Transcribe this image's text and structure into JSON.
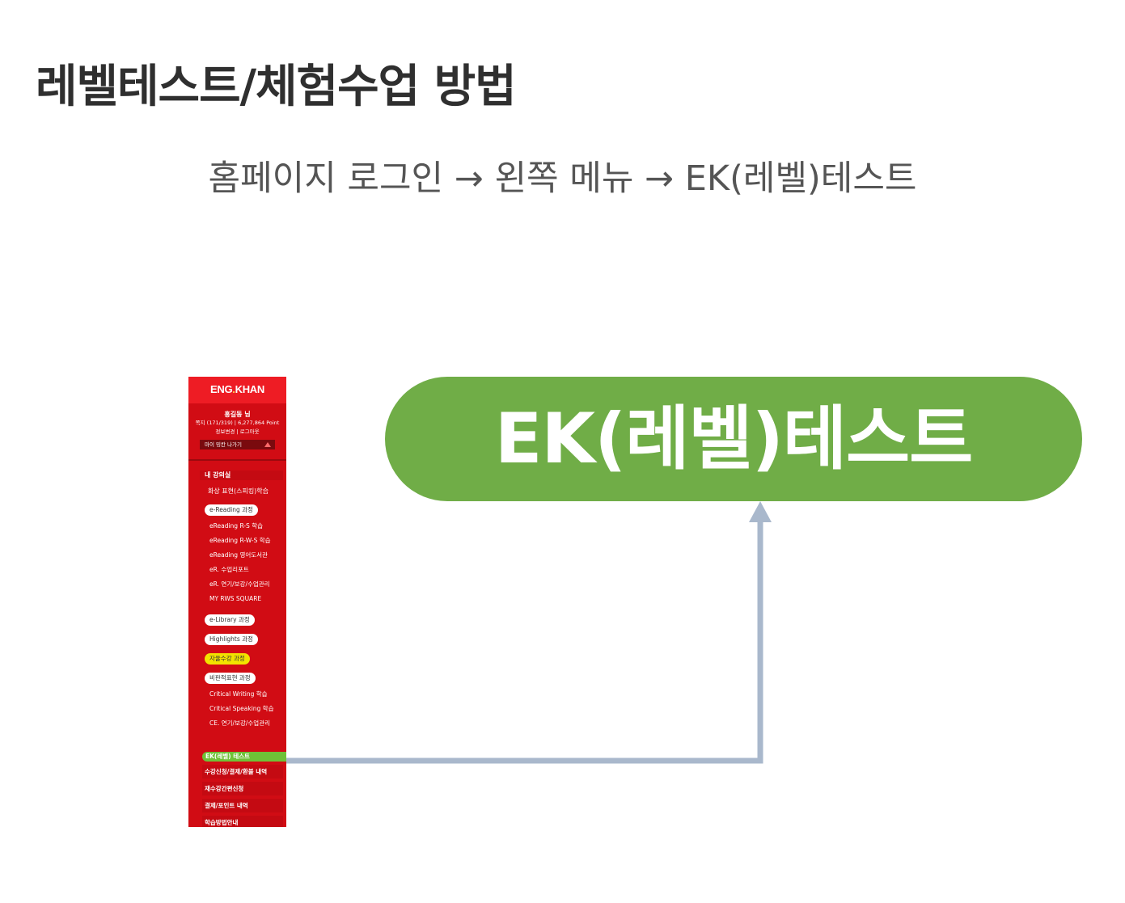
{
  "page": {
    "title": "레벨테스트/체험수업  방법",
    "subtitle": "홈페이지 로그인 → 왼쪽 메뉴 → EK(레벨)테스트"
  },
  "sidebar": {
    "logo_left": "ENG",
    "logo_dot": ".",
    "logo_right": "KHAN",
    "user_name": "홍길동 님",
    "user_meta": "쪽지 (171/319)  |  6,277,864 Point",
    "link_info": "정보변경",
    "link_sep": "|",
    "link_logout": "로그아웃",
    "mypage_label": "마이 밍칸  나가기",
    "section_my_class": "내 강의실",
    "sub_video": "화상 표현(스피킹)학습",
    "pill_ereading": "e-Reading 과정",
    "ereading_items": [
      "eReading R-S 학습",
      "eReading R-W-S 학습",
      "eReading 영어도서관",
      "eR. 수업리포트",
      "eR. 연기/보강/수업관리",
      "MY RWS SQUARE"
    ],
    "pill_elibrary": "e-Library 과정",
    "pill_highlights": "Highlights 과정",
    "pill_self": "자율수강 과정",
    "pill_critical": "비판적표현 과정",
    "critical_items": [
      "Critical Writing 학습",
      "Critical Speaking 학습",
      "CE. 연기/보강/수업관리"
    ],
    "ek_item": "EK(레벨) 테스트",
    "bottom_items": [
      "수강신청/결제/환불 내역",
      "재수강간편신청",
      "결제/포인트 내역",
      "학습방법안내"
    ]
  },
  "callout": {
    "label": "EK(레벨)테스트"
  },
  "colors": {
    "sidebar_red": "#d10c14",
    "callout_green": "#70ad47",
    "ek_highlight_green": "#6fc137",
    "connector_gray": "#a9b8cc",
    "title_text": "#2f2f2f",
    "subtitle_text": "#555555"
  }
}
